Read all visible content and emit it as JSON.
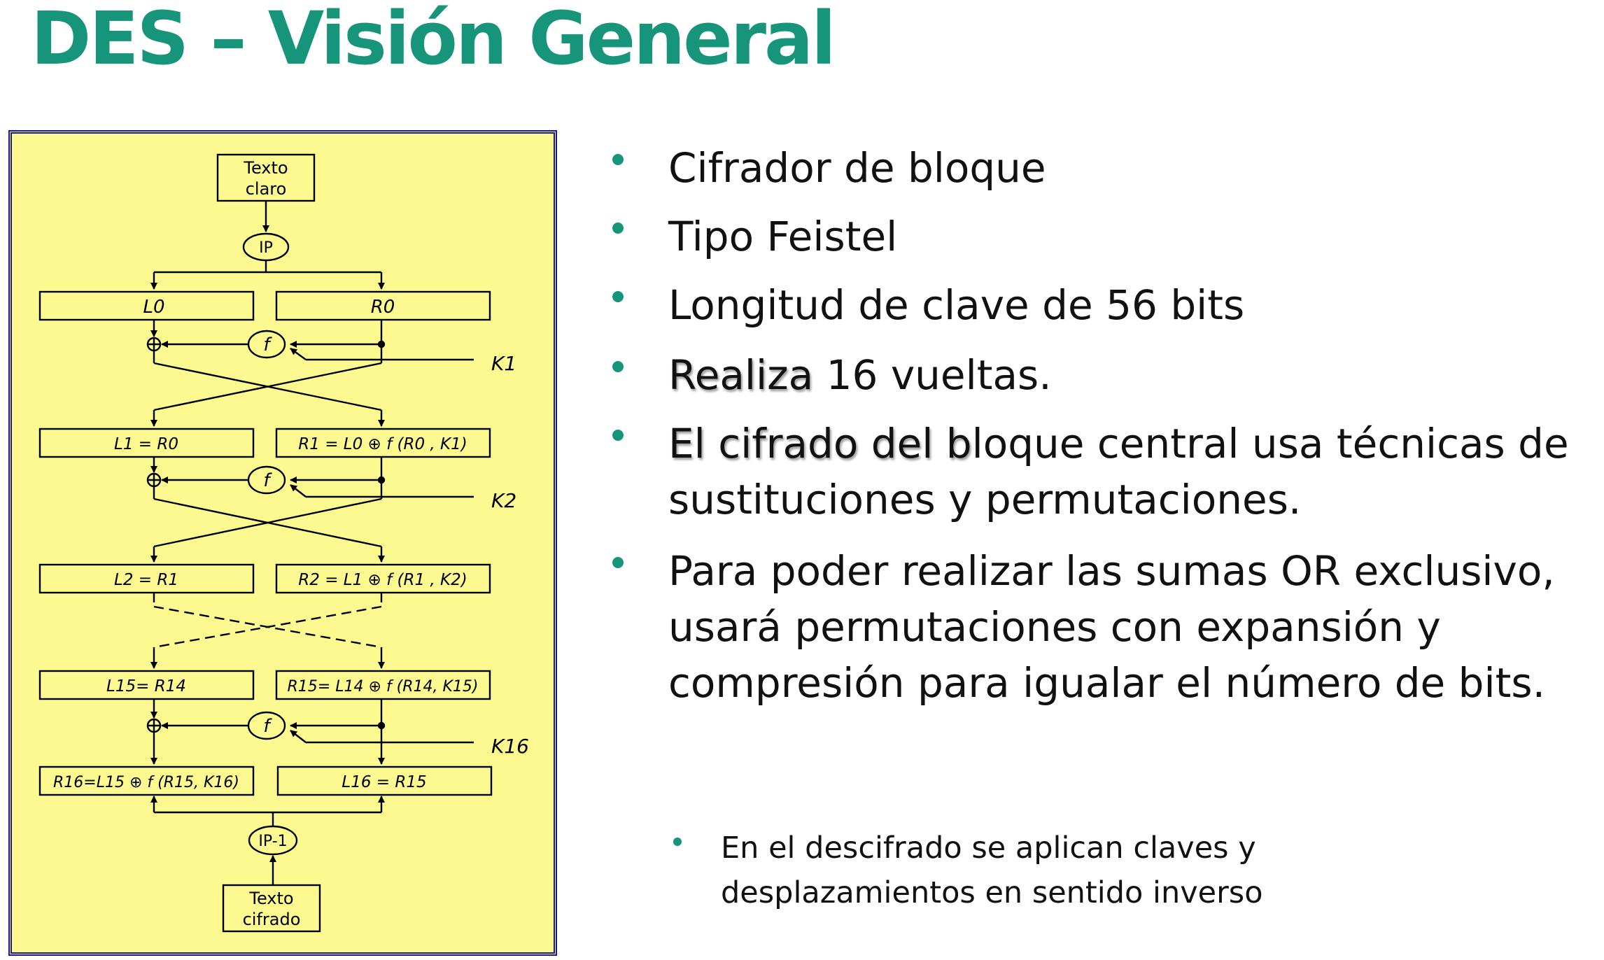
{
  "title": "DES – Visión General",
  "colors": {
    "accent": "#17957a",
    "diagram_bg": "#fbf98f",
    "frame": "#1a1a8c"
  },
  "diagram": {
    "plaintext_line1": "Texto",
    "plaintext_line2": "claro",
    "ip": "IP",
    "ip_inverse": "IP-1",
    "f": "f",
    "L0": "L0",
    "R0": "R0",
    "K1": "K1",
    "L1": "L1 = R0",
    "R1": "R1 = L0 ⊕ f (R0 , K1)",
    "K2": "K2",
    "L2": "L2 = R1",
    "R2": "R2 = L1 ⊕ f (R1 , K2)",
    "L15": "L15= R14",
    "R15": "R15= L14 ⊕ f (R14, K15)",
    "K16": "K16",
    "R16": "R16=L15 ⊕ f (R15, K16)",
    "L16": "L16 = R15",
    "ciphertext_line1": "Texto",
    "ciphertext_line2": "cifrado"
  },
  "bullets": [
    {
      "lines": [
        [
          "",
          "Cifrador de bloque"
        ]
      ]
    },
    {
      "lines": [
        [
          "",
          "Tipo Feistel"
        ]
      ]
    },
    {
      "lines": [
        [
          "",
          "Longitud de clave de 56 bits"
        ]
      ]
    },
    {
      "lines": [
        [
          "Realiza",
          " 16 vueltas."
        ]
      ]
    },
    {
      "lines": [
        [
          "El cifrado del b",
          "loque central usa técnicas de"
        ],
        [
          "",
          "sustituciones y permutaciones."
        ]
      ]
    },
    {
      "lines": [
        [
          "",
          "Para poder realizar las sumas OR exclusivo,"
        ],
        [
          "",
          "usará permutaciones con expansión y"
        ],
        [
          "",
          "compresión para igualar el número de bits."
        ]
      ]
    }
  ],
  "note": {
    "line1": "En el descifrado se aplican claves y",
    "line2": "desplazamientos en sentido inverso"
  }
}
